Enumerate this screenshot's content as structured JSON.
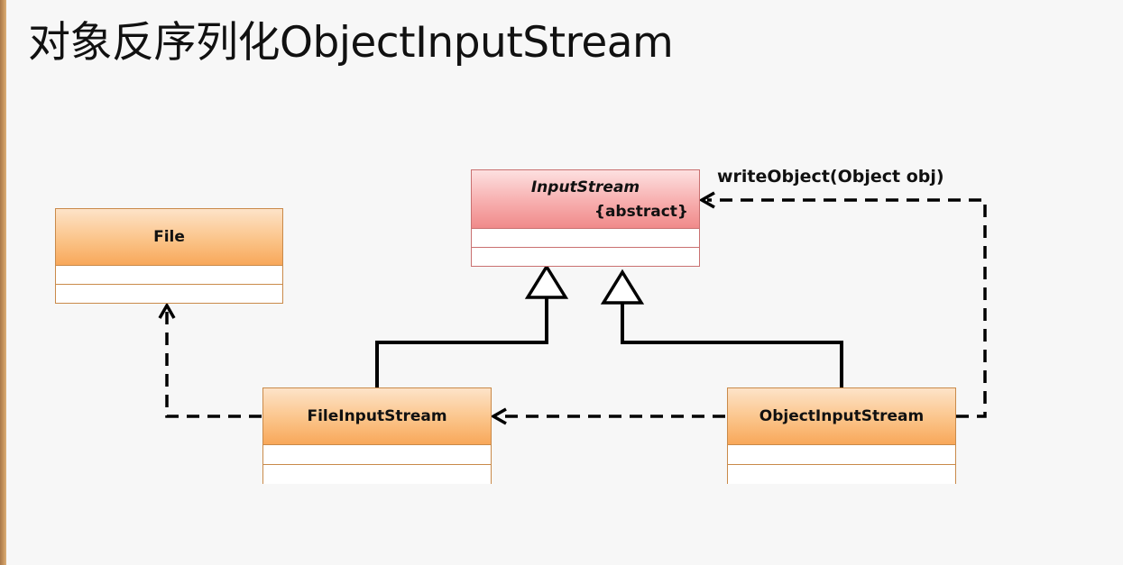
{
  "slide": {
    "title": "对象反序列化ObjectInputStream"
  },
  "diagram": {
    "classes": {
      "input_stream": {
        "name": "InputStream",
        "stereotype": "{abstract}"
      },
      "file": {
        "name": "File"
      },
      "file_input_stream": {
        "name": "FileInputStream"
      },
      "object_input_stream": {
        "name": "ObjectInputStream"
      }
    },
    "messages": {
      "write_object": "writeObject(Object obj)"
    }
  },
  "colors": {
    "class_header": "#f8a85a",
    "abstract_header": "#f08a8a",
    "border": "#c98a4a",
    "connector": "#000000"
  }
}
